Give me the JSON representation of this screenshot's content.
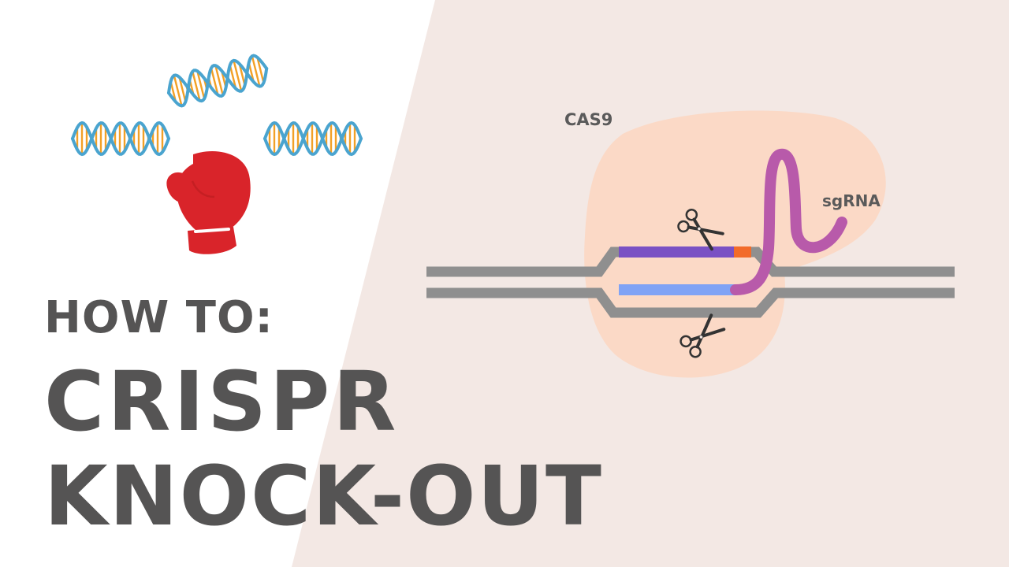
{
  "headline": {
    "line1": "HOW TO:",
    "line2": "CRISPR",
    "line3": "KNOCK-OUT"
  },
  "diagram": {
    "protein_label": "CAS9",
    "guide_label": "sgRNA"
  },
  "icons": [
    "dna-helix-icon",
    "boxing-glove-icon",
    "scissors-icon"
  ],
  "colors": {
    "background_right": "#f3e8e4",
    "cas9_blob": "#fbd9c6",
    "dna_strand": "#8f8f8f",
    "target_strand_top": "#7a51c4",
    "target_strand_bottom": "#80a3f5",
    "pam": "#f26b2a",
    "sgrna": "#b85aaa",
    "dna_helix_blue": "#4aa4cf",
    "dna_helix_orange": "#f2a026",
    "glove_red": "#d9242a",
    "text": "#555454"
  }
}
